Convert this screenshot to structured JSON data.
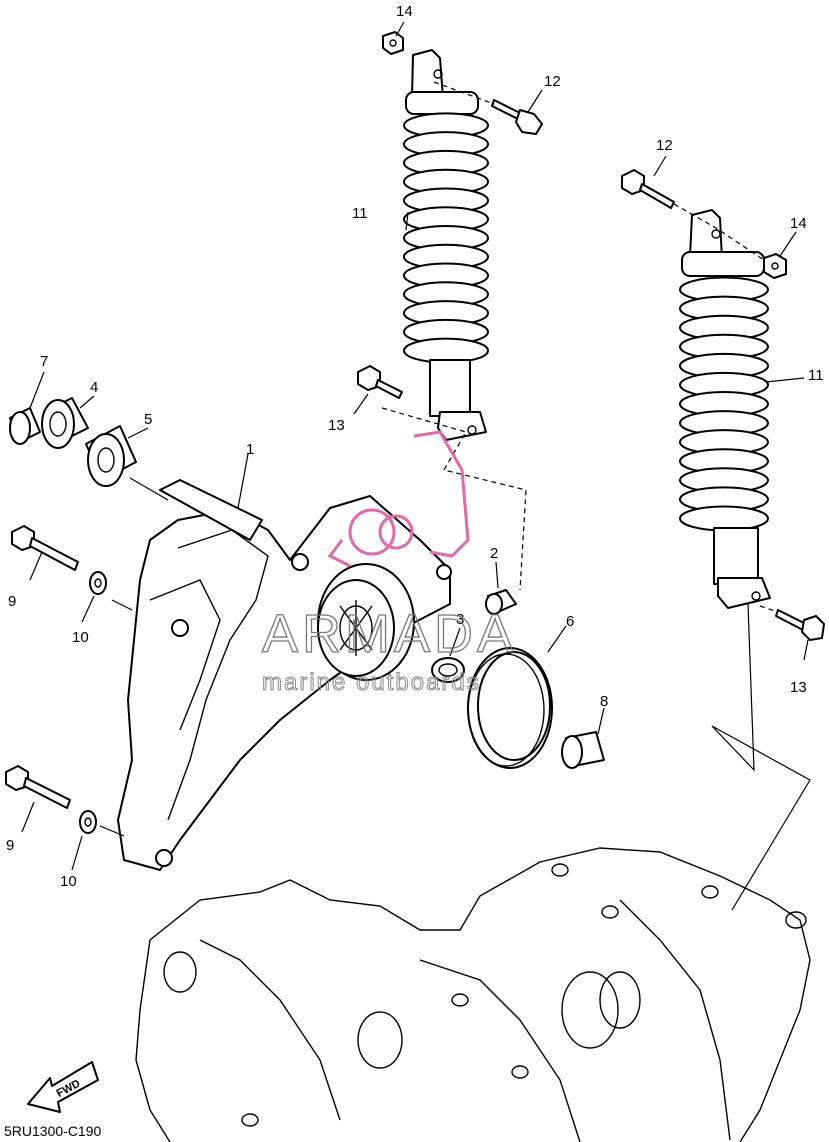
{
  "diagram": {
    "code": "5RU1300-C190",
    "fwd_label": "FWD",
    "watermark": {
      "brand": "ARMADA",
      "tagline": "marine outboards"
    },
    "callouts": [
      "14",
      "12",
      "11",
      "12",
      "14",
      "11",
      "7",
      "4",
      "5",
      "1",
      "13",
      "9",
      "10",
      "2",
      "3",
      "6",
      "13",
      "8",
      "9",
      "10"
    ],
    "colors": {
      "line": "#000000",
      "watermark_logo": "#e26aa8",
      "watermark_text": "#777777"
    }
  }
}
